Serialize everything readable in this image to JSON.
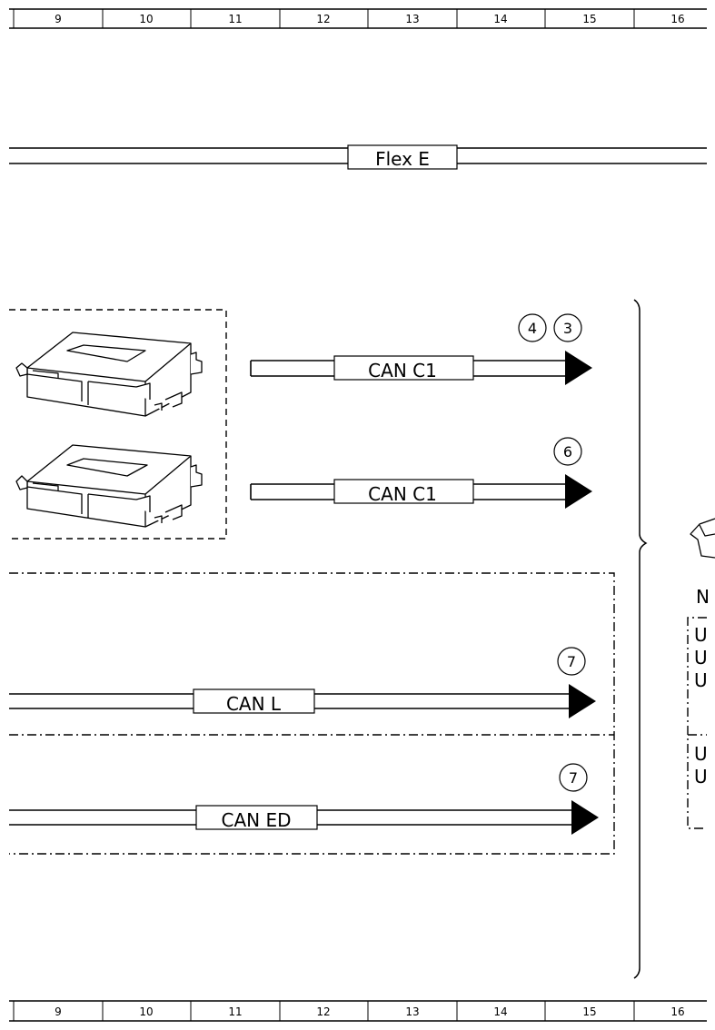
{
  "ruler": {
    "columns": [
      "9",
      "10",
      "11",
      "12",
      "13",
      "14",
      "15",
      "16"
    ]
  },
  "buses": {
    "flex_e": "Flex E",
    "can_c1_upper": "CAN C1",
    "can_c1_lower": "CAN C1",
    "can_l": "CAN L",
    "can_ed": "CAN ED"
  },
  "refs": {
    "r4": "4",
    "r3": "3",
    "r6": "6",
    "r7a": "7",
    "r7b": "7"
  },
  "right_cut": {
    "n": "N",
    "u1": "U",
    "u2": "U",
    "u3": "U",
    "u4": "U",
    "u5": "U"
  }
}
